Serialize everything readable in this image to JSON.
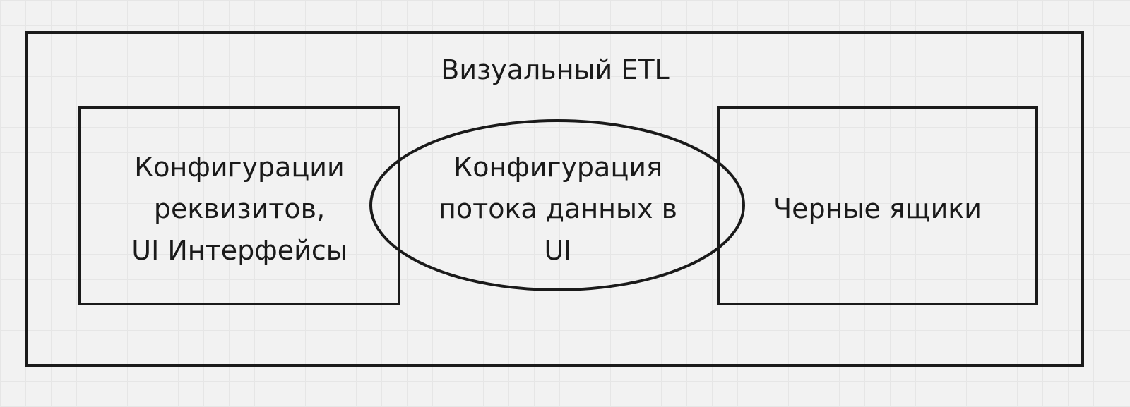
{
  "diagram": {
    "title": "Визуальный ETL",
    "left_box": {
      "lines": [
        "Конфигурации",
        "реквизитов,",
        "UI Интерфейсы"
      ]
    },
    "center_ellipse": {
      "lines": [
        "Конфигурация",
        "потока данных в",
        "UI"
      ]
    },
    "right_box": {
      "label": "Черные ящики"
    }
  }
}
